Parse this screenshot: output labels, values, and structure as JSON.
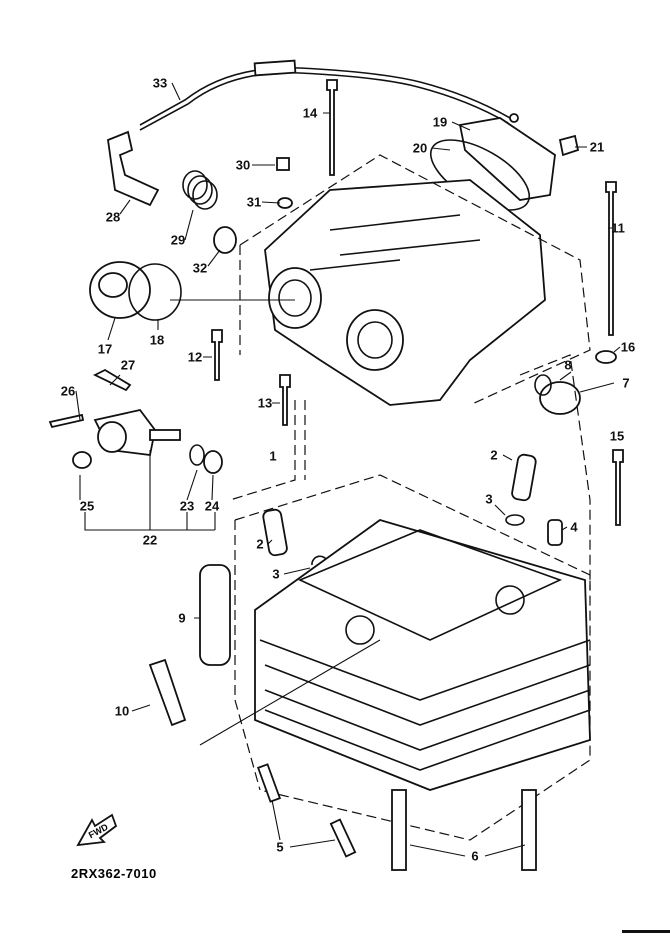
{
  "diagram": {
    "part_code": "2RX362-7010",
    "direction_arrow": "FWD",
    "callouts": [
      "33",
      "14",
      "19",
      "21",
      "20",
      "30",
      "31",
      "11",
      "28",
      "29",
      "32",
      "17",
      "18",
      "12",
      "16",
      "8",
      "7",
      "27",
      "26",
      "13",
      "1",
      "15",
      "2",
      "3",
      "4",
      "2",
      "3",
      "25",
      "23",
      "24",
      "22",
      "9",
      "10",
      "5",
      "6"
    ]
  }
}
